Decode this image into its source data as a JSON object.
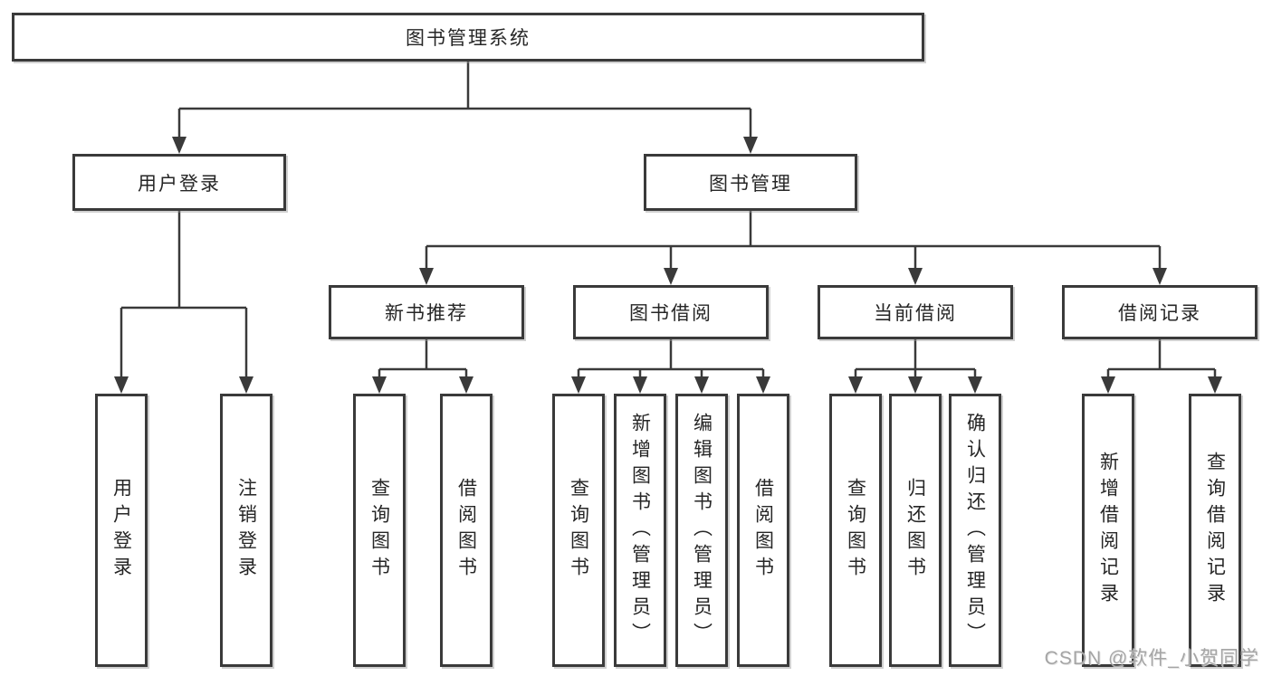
{
  "tree": {
    "root": {
      "label": "图书管理系统"
    },
    "branches": [
      {
        "label": "用户登录",
        "children": [
          {
            "label": "用户登录"
          },
          {
            "label": "注销登录"
          }
        ]
      },
      {
        "label": "图书管理",
        "children": [
          {
            "label": "新书推荐",
            "children": [
              {
                "label": "查询图书"
              },
              {
                "label": "借阅图书"
              }
            ]
          },
          {
            "label": "图书借阅",
            "children": [
              {
                "label": "查询图书"
              },
              {
                "label": "新增图书（管理员）"
              },
              {
                "label": "编辑图书（管理员）"
              },
              {
                "label": "借阅图书"
              }
            ]
          },
          {
            "label": "当前借阅",
            "children": [
              {
                "label": "查询图书"
              },
              {
                "label": "归还图书"
              },
              {
                "label": "确认归还（管理员）"
              }
            ]
          },
          {
            "label": "借阅记录",
            "children": [
              {
                "label": "新增借阅记录"
              },
              {
                "label": "查询借阅记录"
              }
            ]
          }
        ]
      }
    ]
  },
  "watermark": {
    "text": "CSDN @软件_小贺同学"
  },
  "colors": {
    "line": "#3a3a3a",
    "box_border": "#3a3a3a",
    "box_fill": "#ffffff",
    "text": "#262626",
    "background": "#ffffff",
    "watermark": "#a5a5a5"
  }
}
